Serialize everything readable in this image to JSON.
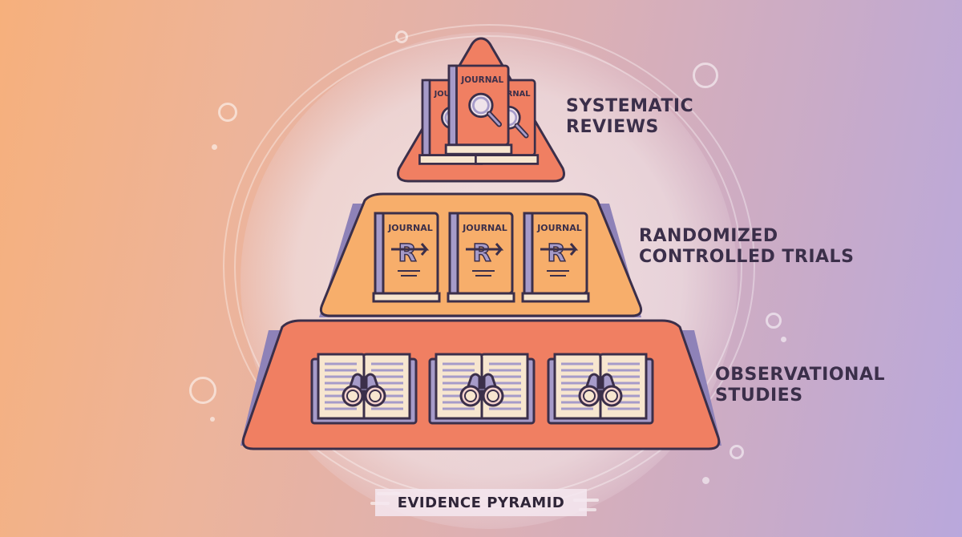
{
  "diagram": {
    "title": "EVIDENCE PYRAMID",
    "tiers": [
      {
        "level": 1,
        "position": "top",
        "label_line1": "SYSTEMATIC",
        "label_line2": "REVIEWS",
        "icon": "journal-magnifier-icon",
        "book_label": "JOURNAL",
        "book_count": 3,
        "color": "#f07f62"
      },
      {
        "level": 2,
        "position": "middle",
        "label_line1": "RANDOMIZED",
        "label_line2": "CONTROLLED TRIALS",
        "icon": "journal-r-arrow-icon",
        "book_label": "JOURNAL",
        "book_count": 3,
        "color": "#f7ae6b"
      },
      {
        "level": 3,
        "position": "bottom",
        "label_line1": "OBSERVATIONAL",
        "label_line2": "STUDIES",
        "icon": "open-book-binoculars-icon",
        "book_count": 3,
        "color": "#f07f62"
      }
    ],
    "colors": {
      "outline": "#3b2f4a",
      "accent_purple": "#a69bc9",
      "page_cream": "#f7e6cf",
      "text": "#3b2f4a"
    }
  }
}
